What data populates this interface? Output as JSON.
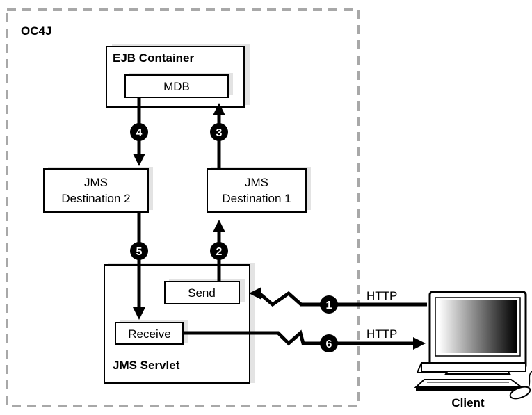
{
  "container": {
    "label": "OC4J"
  },
  "ejb_container": {
    "label": "EJB Container",
    "mdb_label": "MDB"
  },
  "destinations": {
    "dest2": {
      "line1": "JMS",
      "line2": "Destination 2"
    },
    "dest1": {
      "line1": "JMS",
      "line2": "Destination 1"
    }
  },
  "servlet": {
    "label": "JMS Servlet",
    "send_label": "Send",
    "receive_label": "Receive"
  },
  "client": {
    "label": "Client"
  },
  "links": {
    "http_in": "HTTP",
    "http_out": "HTTP"
  },
  "steps": [
    "1",
    "2",
    "3",
    "4",
    "5",
    "6"
  ]
}
